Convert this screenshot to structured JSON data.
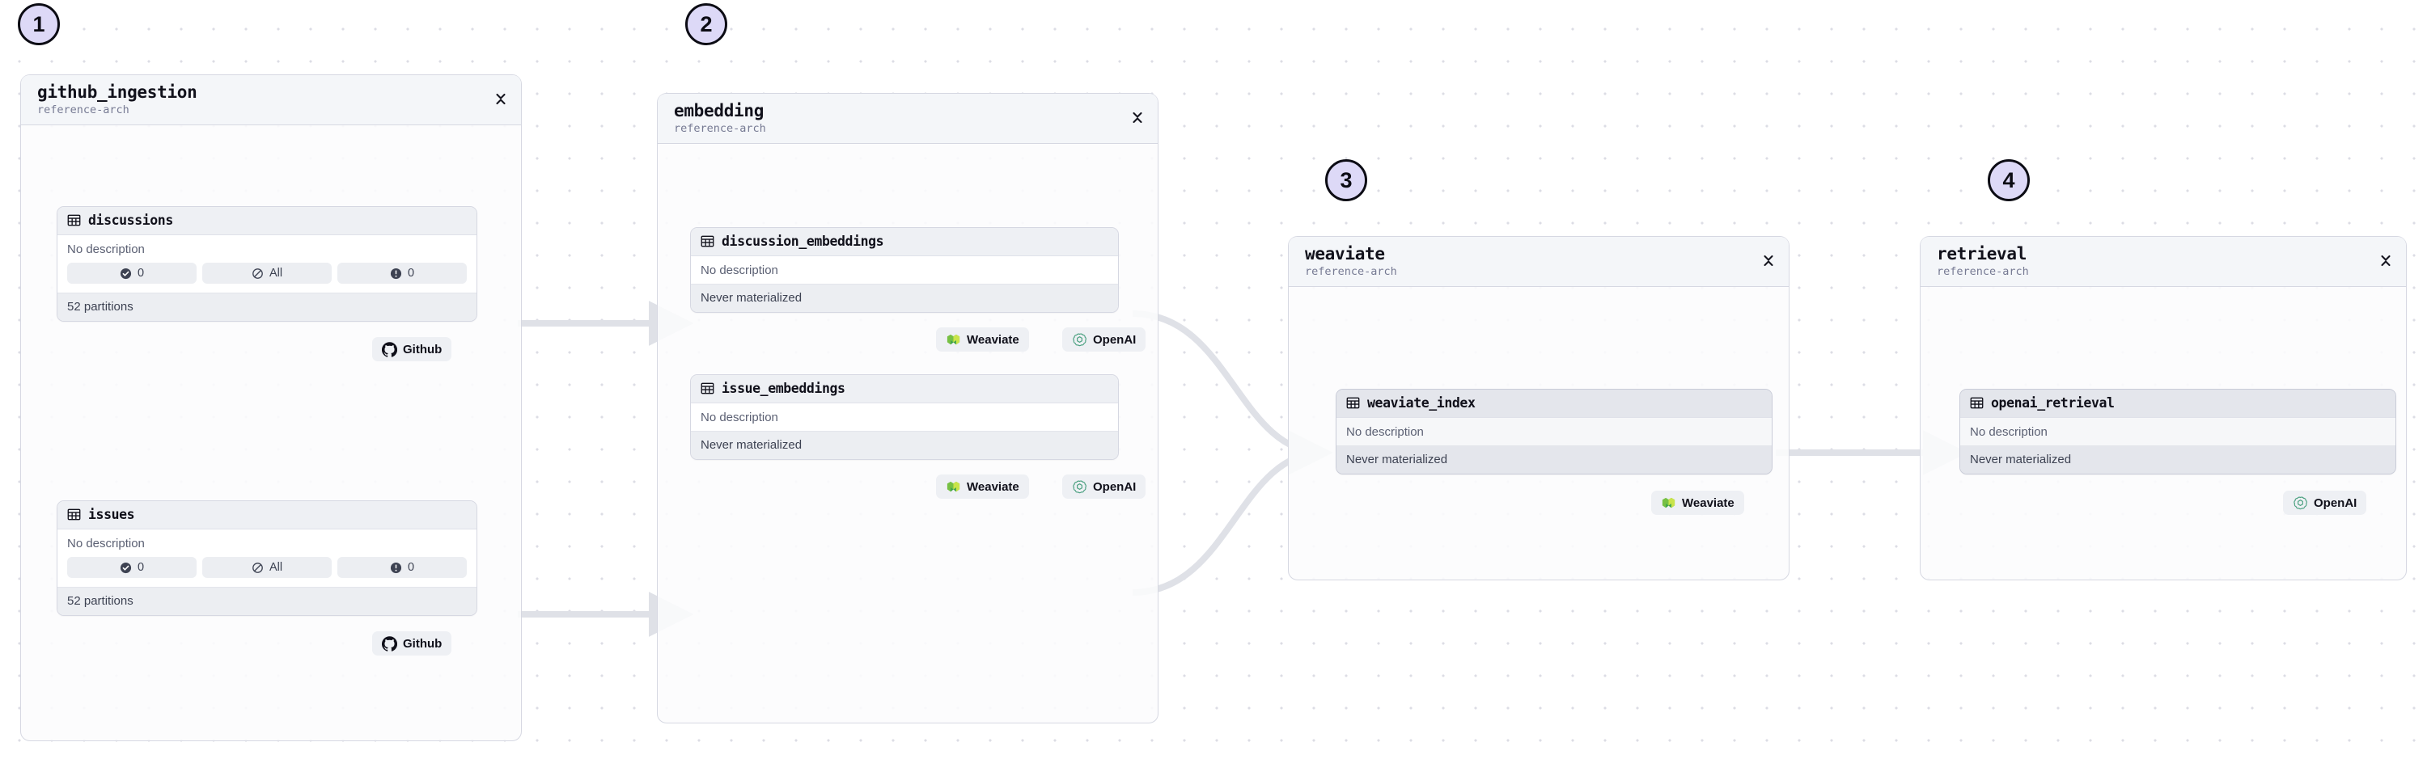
{
  "canvas": {
    "background_color": "#ffffff",
    "grid_dot_color": "#dcdde5",
    "annotation_badge_color": "#ddd9f7",
    "edge_color": "#dfe1e7"
  },
  "annotations": [
    {
      "label": "1"
    },
    {
      "label": "2"
    },
    {
      "label": "3"
    },
    {
      "label": "4"
    }
  ],
  "groups": [
    {
      "title": "github_ingestion",
      "subtitle": "reference-arch",
      "collapse_icon": "chevron-expand-icon",
      "assets": [
        {
          "name": "discussions",
          "icon": "table-icon",
          "description": "No description",
          "status_chips": [
            {
              "icon": "check-circle-icon",
              "label": "0"
            },
            {
              "icon": "slash-circle-icon",
              "label": "All"
            },
            {
              "icon": "exclamation-circle-icon",
              "label": "0"
            }
          ],
          "footer": "52 partitions",
          "selected": false
        },
        {
          "name": "issues",
          "icon": "table-icon",
          "description": "No description",
          "status_chips": [
            {
              "icon": "check-circle-icon",
              "label": "0"
            },
            {
              "icon": "slash-circle-icon",
              "label": "All"
            },
            {
              "icon": "exclamation-circle-icon",
              "label": "0"
            }
          ],
          "footer": "52 partitions",
          "selected": false
        }
      ],
      "tags": [
        {
          "label": "Github",
          "icon": "github-icon"
        },
        {
          "label": "Github",
          "icon": "github-icon"
        }
      ]
    },
    {
      "title": "embedding",
      "subtitle": "reference-arch",
      "collapse_icon": "chevron-expand-icon",
      "assets": [
        {
          "name": "discussion_embeddings",
          "icon": "table-icon",
          "description": "No description",
          "status_chips": [],
          "footer": "Never materialized",
          "selected": false
        },
        {
          "name": "issue_embeddings",
          "icon": "table-icon",
          "description": "No description",
          "status_chips": [],
          "footer": "Never materialized",
          "selected": false
        }
      ],
      "tags": [
        {
          "label": "Weaviate",
          "icon": "weaviate-icon"
        },
        {
          "label": "OpenAI",
          "icon": "openai-icon"
        },
        {
          "label": "Weaviate",
          "icon": "weaviate-icon"
        },
        {
          "label": "OpenAI",
          "icon": "openai-icon"
        }
      ]
    },
    {
      "title": "weaviate",
      "subtitle": "reference-arch",
      "collapse_icon": "chevron-expand-icon",
      "assets": [
        {
          "name": "weaviate_index",
          "icon": "table-icon",
          "description": "No description",
          "status_chips": [],
          "footer": "Never materialized",
          "selected": true
        }
      ],
      "tags": [
        {
          "label": "Weaviate",
          "icon": "weaviate-icon"
        }
      ]
    },
    {
      "title": "retrieval",
      "subtitle": "reference-arch",
      "collapse_icon": "chevron-expand-icon",
      "assets": [
        {
          "name": "openai_retrieval",
          "icon": "table-icon",
          "description": "No description",
          "status_chips": [],
          "footer": "Never materialized",
          "selected": true
        }
      ],
      "tags": [
        {
          "label": "OpenAI",
          "icon": "openai-icon"
        }
      ]
    }
  ]
}
